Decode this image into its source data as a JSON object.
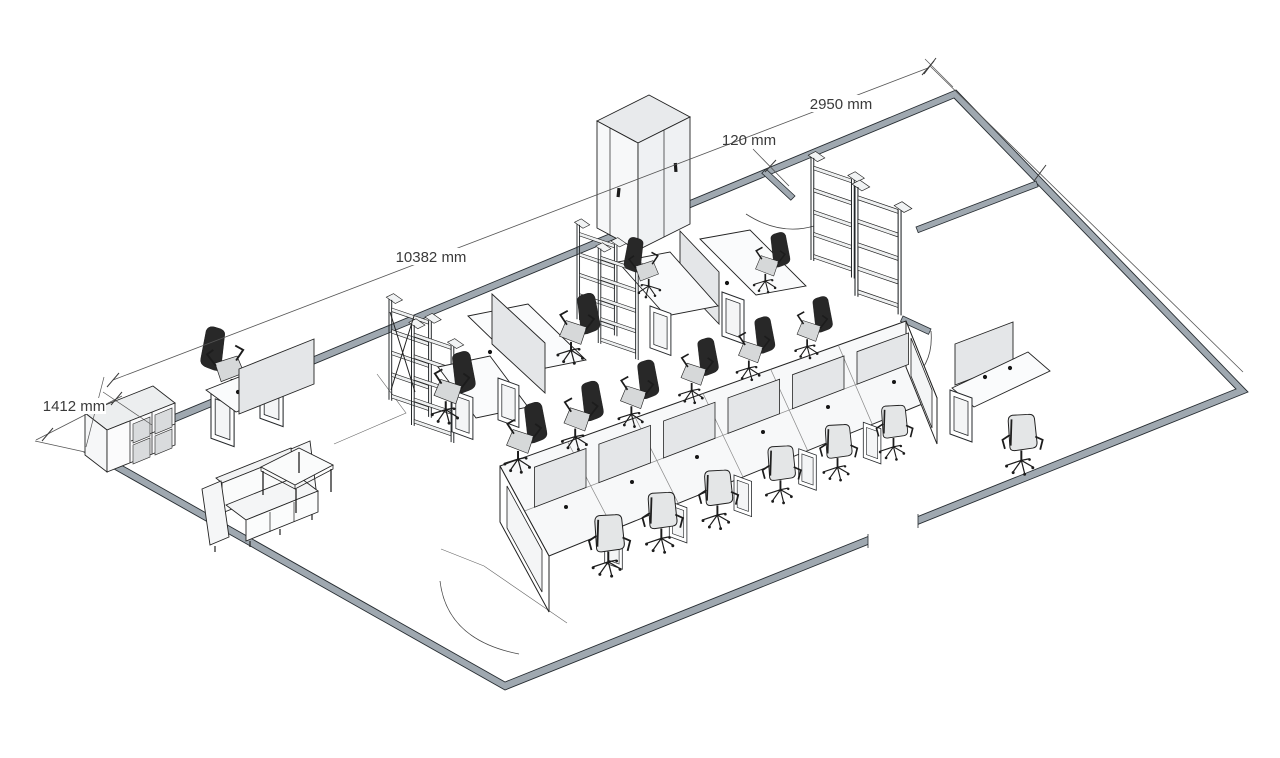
{
  "drawing": {
    "type": "isometric-office-floor-plan",
    "dimensions": {
      "top_left_wall": "10382 mm",
      "top_right_wall": "2950 mm",
      "partition": "120 mm",
      "sideboard": "1412 mm"
    },
    "furniture": [
      {
        "name": "wardrobe-cabinet",
        "count": 1
      },
      {
        "name": "shelf-rack",
        "count": 3
      },
      {
        "name": "bench-desk",
        "count": 12
      },
      {
        "name": "desk",
        "count": 6
      },
      {
        "name": "office-chair",
        "count": 18
      },
      {
        "name": "sofa",
        "count": 1
      },
      {
        "name": "coffee-table",
        "count": 1
      },
      {
        "name": "sideboard",
        "count": 1
      }
    ],
    "colors": {
      "wall": "#9fa8b0",
      "line": "#2a2a2a",
      "desk": "#fafbfc",
      "screen": "#e4e6e8",
      "shelf": "#eef0f1",
      "chair_dark": "#282828",
      "chair_light": "#e4e6e7",
      "text": "#3a3a3a",
      "background": "#ffffff"
    }
  }
}
